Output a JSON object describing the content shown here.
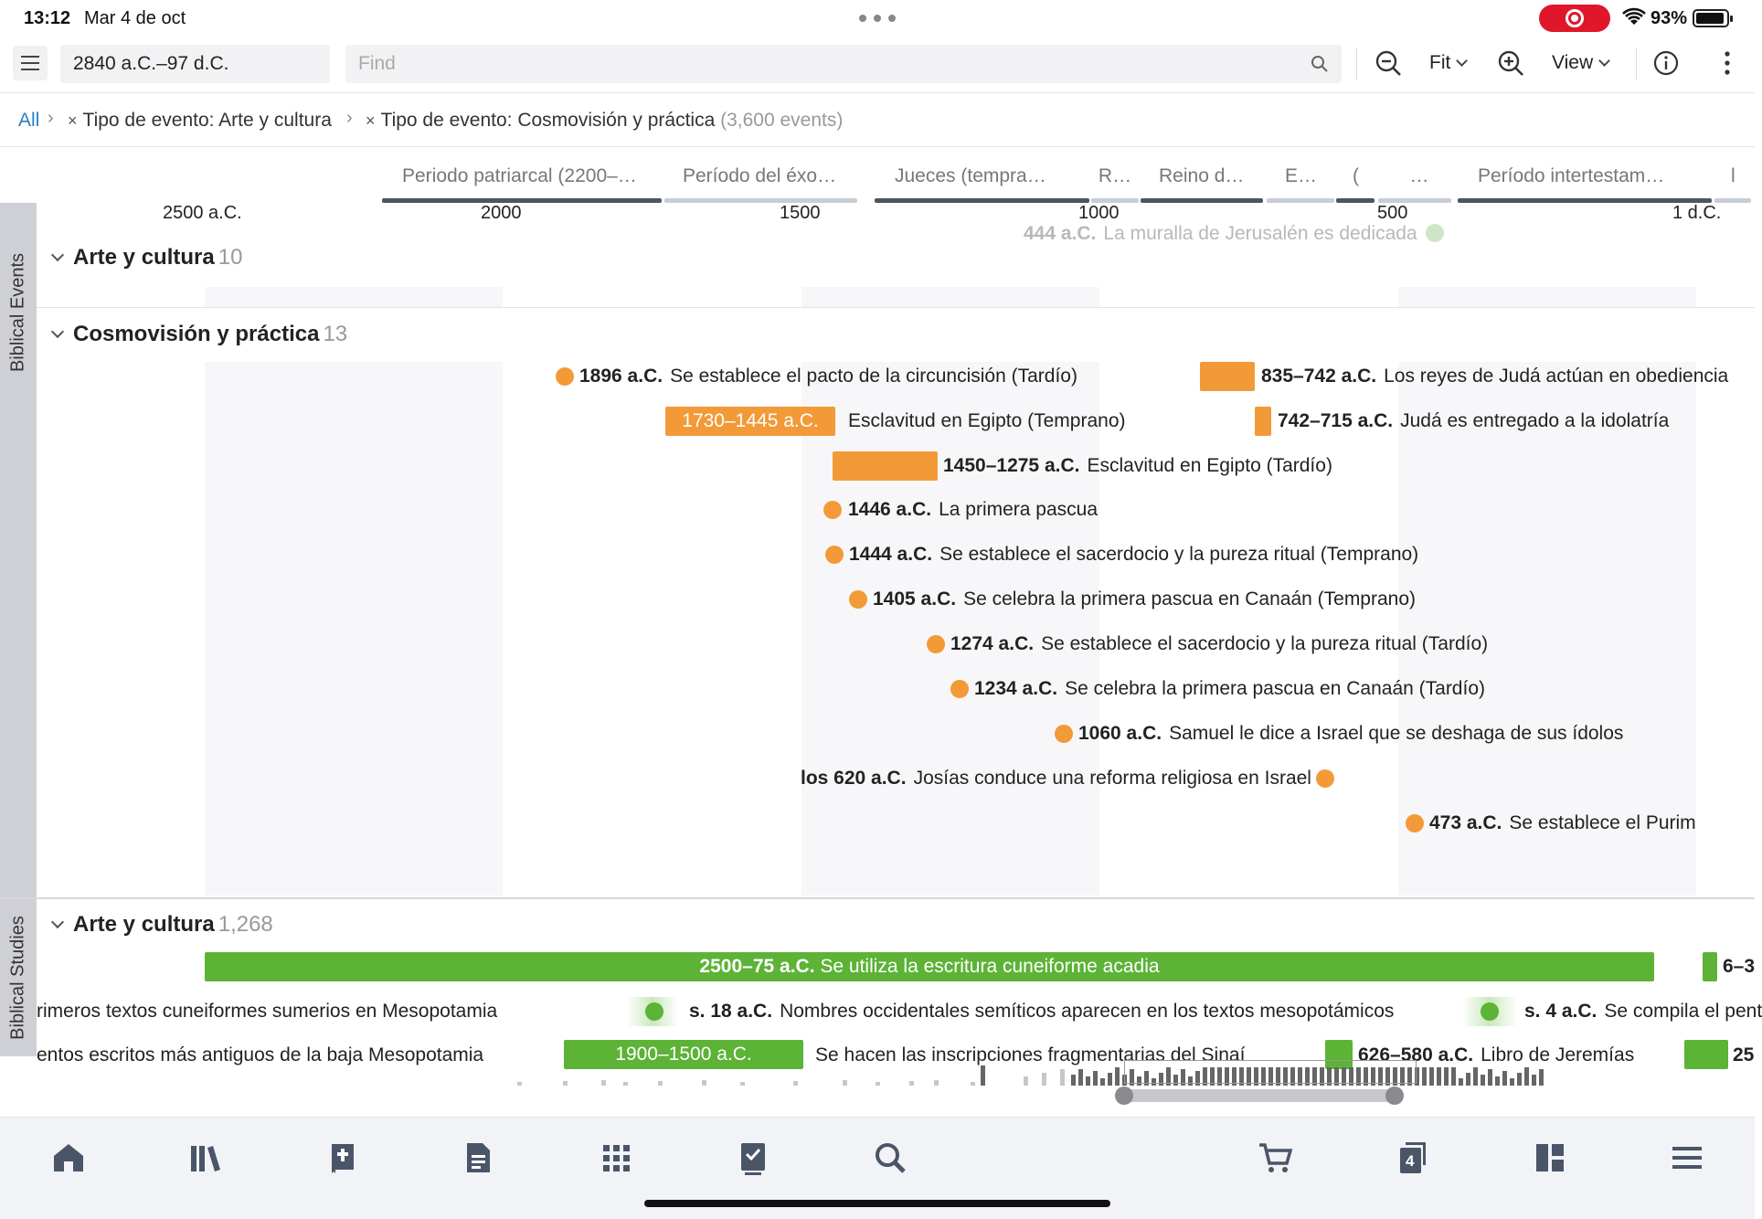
{
  "status": {
    "time": "13:12",
    "date": "Mar 4 de oct",
    "battery": "93%"
  },
  "toolbar": {
    "range": "2840 a.C.–97 d.C.",
    "find_placeholder": "Find",
    "fit_label": "Fit",
    "view_label": "View"
  },
  "breadcrumb": {
    "all": "All",
    "filter1": "Tipo de evento: Arte y cultura",
    "filter2": "Tipo de evento: Cosmovisión y práctica",
    "count": "(3,600 events)"
  },
  "eras": [
    "Periodo patriarcal (2200–…",
    "Período del éxo…",
    "Jueces (tempra…",
    "R…",
    "Reino d…",
    "E…",
    "(",
    "…",
    "Período intertestam…",
    "l"
  ],
  "axis": [
    "2500 a.C.",
    "2000",
    "1500",
    "1000",
    "500",
    "1 d.C."
  ],
  "side_tabs": {
    "events": "Biblical Events",
    "studies": "Biblical Studies"
  },
  "top_faded_event": {
    "date": "444 a.C.",
    "title": "La muralla de Jerusalén es dedicada"
  },
  "sections": {
    "arte1": {
      "title": "Arte y cultura",
      "count": "10"
    },
    "cosmo": {
      "title": "Cosmovisión y práctica",
      "count": "13"
    },
    "arte2": {
      "title": "Arte y cultura",
      "count": "1,268"
    }
  },
  "cosmo_events": [
    {
      "date": "1896 a.C.",
      "title": "Se establece el pacto de la circuncisión (Tardío)"
    },
    {
      "date": "835–742 a.C.",
      "title": "Los reyes de Judá actúan en obediencia"
    },
    {
      "date": "1730–1445 a.C.",
      "title": "Esclavitud en Egipto (Temprano)"
    },
    {
      "date": "742–715 a.C.",
      "title": "Judá es entregado a la idolatría"
    },
    {
      "date": "1450–1275 a.C.",
      "title": "Esclavitud en Egipto (Tardío)"
    },
    {
      "date": "1446 a.C.",
      "title": "La primera pascua"
    },
    {
      "date": "1444 a.C.",
      "title": "Se establece el sacerdocio y la pureza ritual (Temprano)"
    },
    {
      "date": "1405 a.C.",
      "title": "Se celebra la primera pascua en Canaán (Temprano)"
    },
    {
      "date": "1274 a.C.",
      "title": "Se establece el sacerdocio y la pureza ritual (Tardío)"
    },
    {
      "date": "1234 a.C.",
      "title": "Se celebra la primera pascua en Canaán (Tardío)"
    },
    {
      "date": "1060 a.C.",
      "title": "Samuel le dice a Israel que se deshaga de sus ídolos"
    },
    {
      "date": "los 620 a.C.",
      "title": "Josías conduce una reforma religiosa en Israel"
    },
    {
      "date": "473 a.C.",
      "title": "Se establece el Purim"
    }
  ],
  "studies_events": [
    {
      "date": "2500–75 a.C.",
      "title": "Se utiliza la escritura cuneiforme acadia"
    },
    {
      "date": "6–3",
      "title": ""
    },
    {
      "date": "",
      "title": "rimeros textos cuneiformes sumerios en Mesopotamia"
    },
    {
      "date": "s. 18 a.C.",
      "title": "Nombres occidentales semíticos aparecen en los textos mesopotámicos"
    },
    {
      "date": "s. 4 a.C.",
      "title": "Se compila el pent"
    },
    {
      "date": "",
      "title": "entos escritos más antiguos de la baja Mesopotamia"
    },
    {
      "date": "1900–1500 a.C.",
      "title": "Se hacen las inscripciones fragmentarias del Sinaí"
    },
    {
      "date": "626–580 a.C.",
      "title": "Libro de Jeremías"
    },
    {
      "date": "25",
      "title": ""
    }
  ],
  "dock": {
    "items": [
      "home",
      "library",
      "bible",
      "document",
      "apps",
      "tasks",
      "search",
      "cart",
      "layers",
      "layout",
      "more"
    ],
    "layers_count": "4"
  },
  "colors": {
    "orange": "#f39a38",
    "green": "#5cb336",
    "link": "#2a7ec4",
    "record": "#e0162b"
  }
}
